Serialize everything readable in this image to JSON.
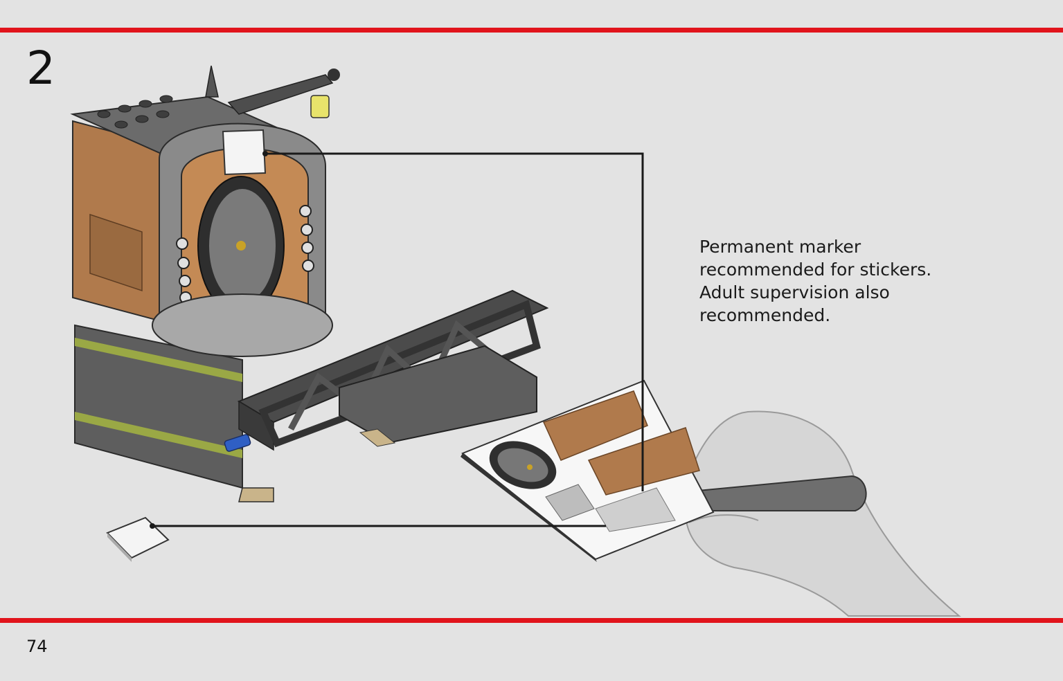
{
  "step": {
    "number": "2"
  },
  "note": {
    "text": "Permanent marker\nrecommended for stickers.\nAdult supervision also\nrecommended."
  },
  "page": {
    "number": "74"
  },
  "colors": {
    "accent_red": "#e1141c",
    "background": "#e3e3e3",
    "brick_tan": "#b07a4c",
    "stone_gray": "#7d7d7d",
    "dark_gray": "#4a4a4a",
    "olive": "#9aa845"
  }
}
